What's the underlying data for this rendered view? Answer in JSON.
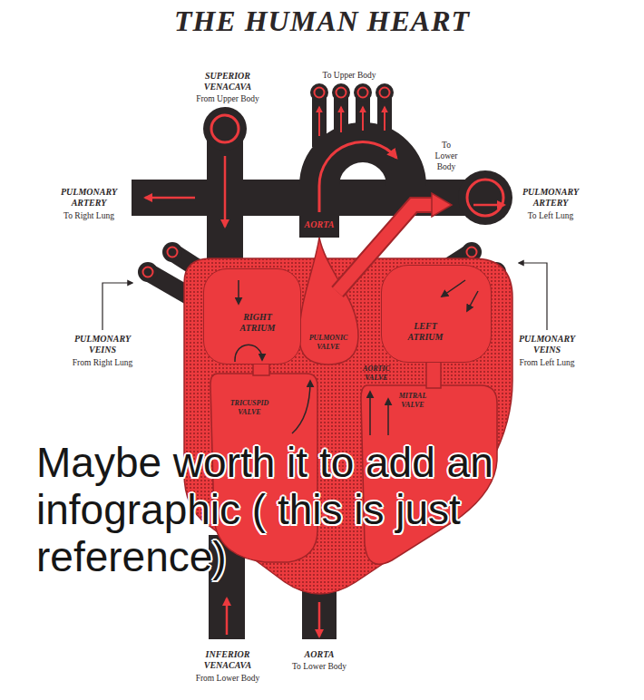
{
  "diagram": {
    "title": "THE HUMAN HEART",
    "nodes": [
      {
        "text": [
          "RIGHT ATRIUM"
        ]
      },
      {
        "text": [
          "LEFT ATRIUM"
        ]
      }
    ],
    "labels": [
      "SUPERIOR VENACAVA",
      "From Upper Body",
      "To Upper Body",
      "To Lower Body",
      "PULMONARY ARTERY",
      "To Right Lung",
      "AORTA",
      "PULMONARY ARTERY",
      "To Left Lung",
      "PULMONIC VALVE",
      "PULMONARY VEINS",
      "From Right Lung",
      "PULMONARY VEINS",
      "From Left Lung",
      "AORTIC VALVE",
      "MITRAL VALVE",
      "TRICUSPID VALVE",
      "Maybe worth it to add an infographic ( this is just reference)",
      "INFERIOR VENACAVA",
      "From Lower Body",
      "AORTA",
      "To Lower Body"
    ]
  }
}
